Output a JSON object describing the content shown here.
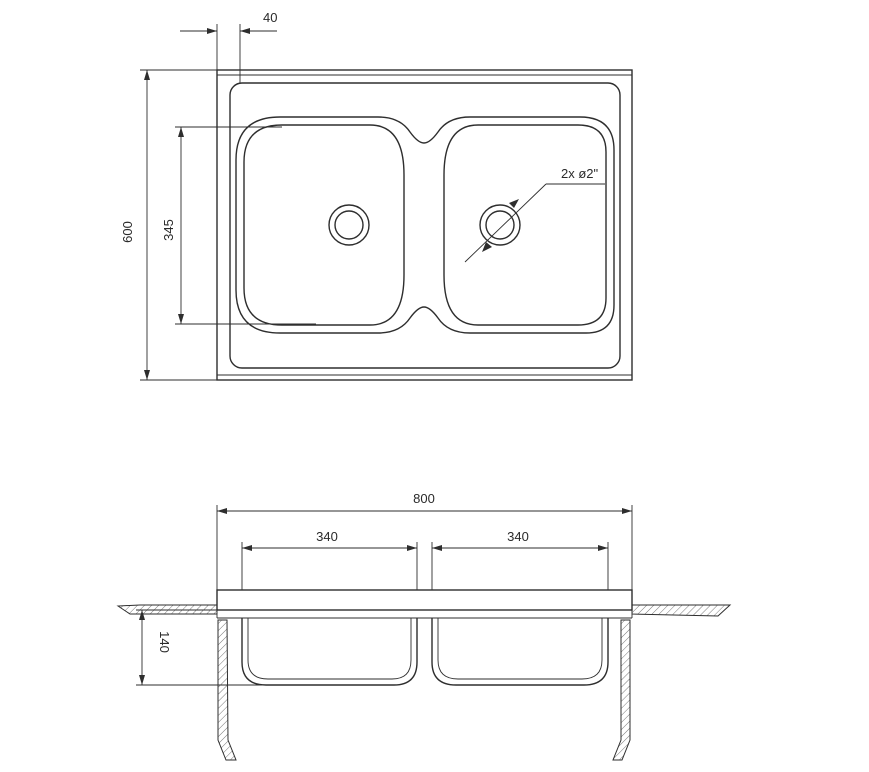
{
  "top_view": {
    "dim_flange": "40",
    "dim_depth": "600",
    "dim_bowl_depth": "345",
    "drain_callout": "2x ø2\""
  },
  "side_view": {
    "dim_total_width": "800",
    "dim_left_bowl": "340",
    "dim_right_bowl": "340",
    "dim_bowl_height": "140"
  },
  "colors": {
    "line": "#2e2e2e",
    "hatch": "#555555",
    "background": "#ffffff"
  }
}
